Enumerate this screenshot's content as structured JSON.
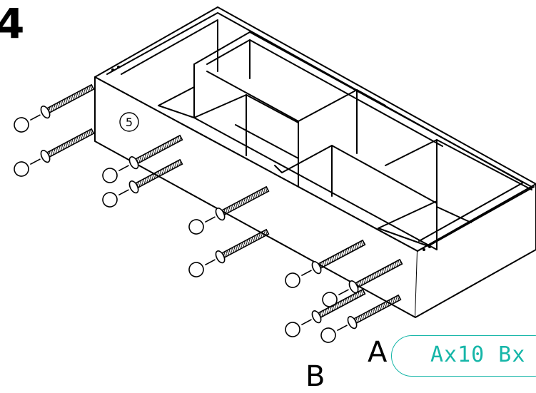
{
  "step": {
    "number": "4"
  },
  "panel": {
    "part_number": "5"
  },
  "parts": {
    "label_a": "A",
    "label_b": "B"
  },
  "quantity": {
    "text": "Ax10 Bx"
  },
  "colors": {
    "ink": "#000000",
    "accent": "#16b6a8"
  }
}
